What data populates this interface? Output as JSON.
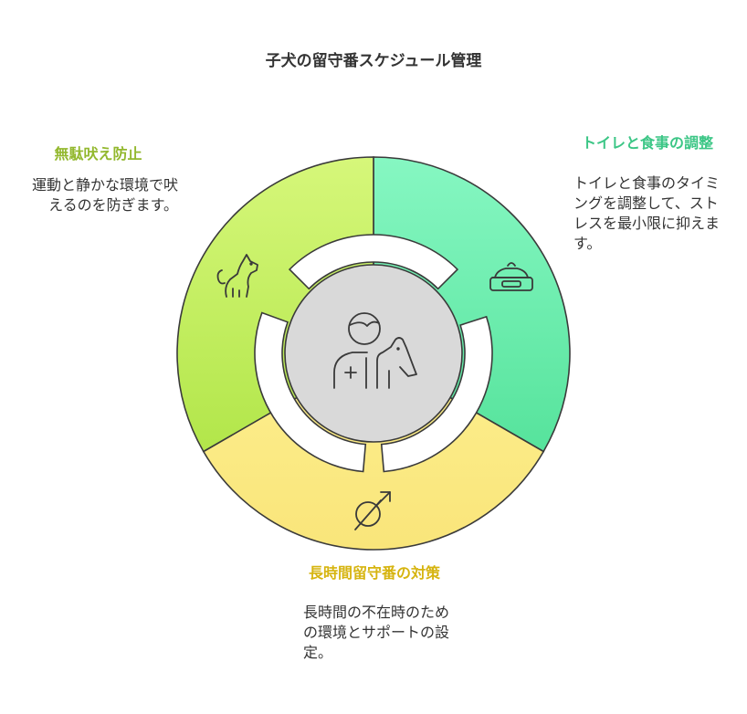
{
  "title": "子犬の留守番スケジュール管理",
  "segments": [
    {
      "id": "left",
      "title": "無駄吠え防止",
      "description": "運動と静かな環境で吠えるのを防ぎます。",
      "color": "#c8ef6a",
      "title_color": "#93b82e",
      "icon": "dog-sitting-icon"
    },
    {
      "id": "right",
      "title": "トイレと食事の調整",
      "description": "トイレと食事のタイミングを調整して、ストレスを最小限に抑えます。",
      "color": "#7af0b8",
      "title_color": "#3cc686",
      "icon": "food-bowl-icon"
    },
    {
      "id": "bottom",
      "title": "長時間留守番の対策",
      "description": "長時間の不在時のための環境とサポートの設定。",
      "color": "#fbe982",
      "title_color": "#d6b40f",
      "icon": "male-symbol-slashed-icon"
    }
  ],
  "center": {
    "icon": "vet-with-dog-icon",
    "color": "#d9d9d9"
  },
  "colors": {
    "stroke": "#3a3a3a",
    "text": "#333333"
  }
}
